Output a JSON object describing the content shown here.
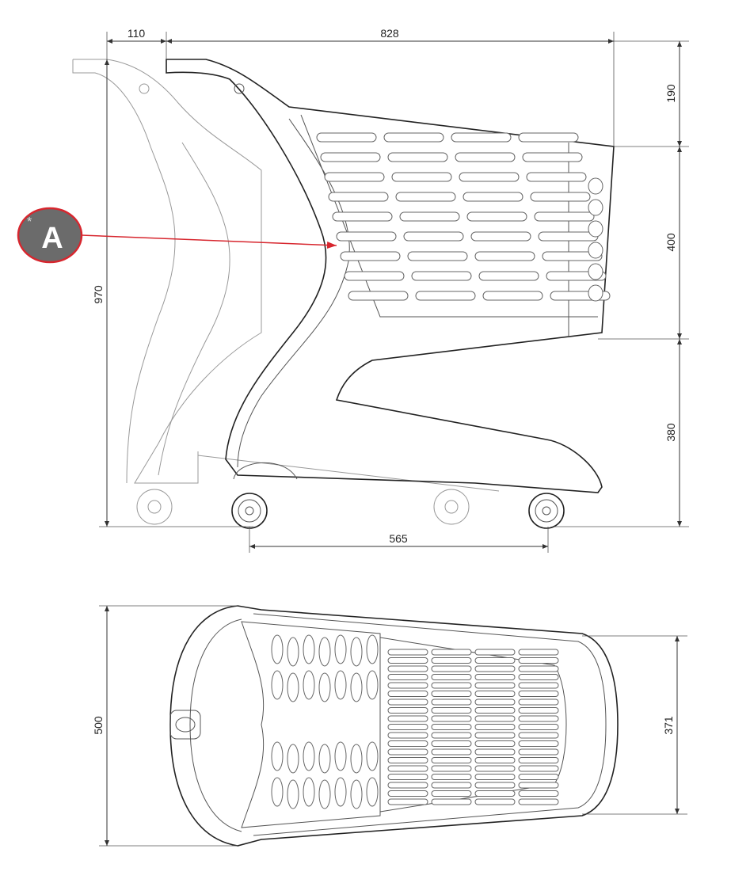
{
  "title": "Shopping trolley dimension drawing",
  "side_view": {
    "dims": {
      "handle_offset": "110",
      "length": "828",
      "top_height": "190",
      "basket_height": "400",
      "total_height": "970",
      "chassis_height": "380",
      "wheelbase": "565"
    },
    "callout": {
      "label": "A",
      "marker": "*",
      "color": "#d7262e",
      "fill": "#6b6b6b"
    }
  },
  "top_view": {
    "dims": {
      "width": "500",
      "front_width": "371"
    }
  }
}
